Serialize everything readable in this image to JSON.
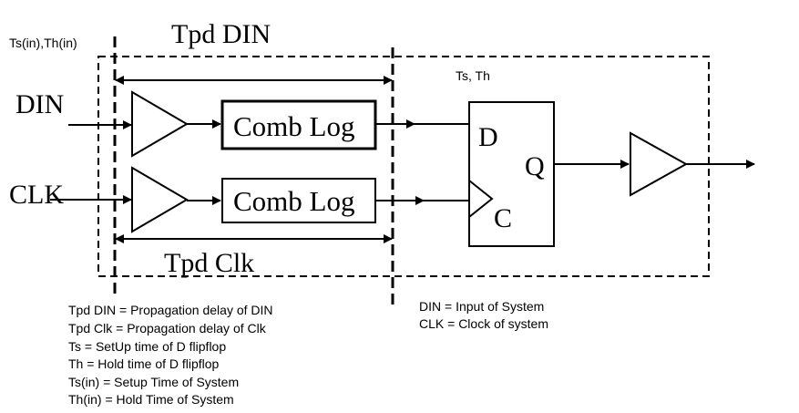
{
  "labels": {
    "tpd_din": "Tpd DIN",
    "tpd_clk": "Tpd Clk",
    "ts_th_in": "Ts(in),Th(in)",
    "ts_th": "Ts, Th",
    "din": "DIN",
    "clk": "CLK",
    "comb_log_top": "Comb Log",
    "comb_log_bottom": "Comb Log",
    "ff_d": "D",
    "ff_c": "C",
    "ff_q": "Q"
  },
  "legend_left": [
    "Tpd DIN = Propagation delay of DIN",
    "Tpd Clk = Propagation delay of Clk",
    "Ts = SetUp time of D flipflop",
    "Th = Hold time of D flipflop",
    "Ts(in) = Setup Time of System",
    "Th(in) = Hold Time of System"
  ],
  "legend_right": [
    "DIN = Input of System",
    "CLK = Clock of system"
  ]
}
